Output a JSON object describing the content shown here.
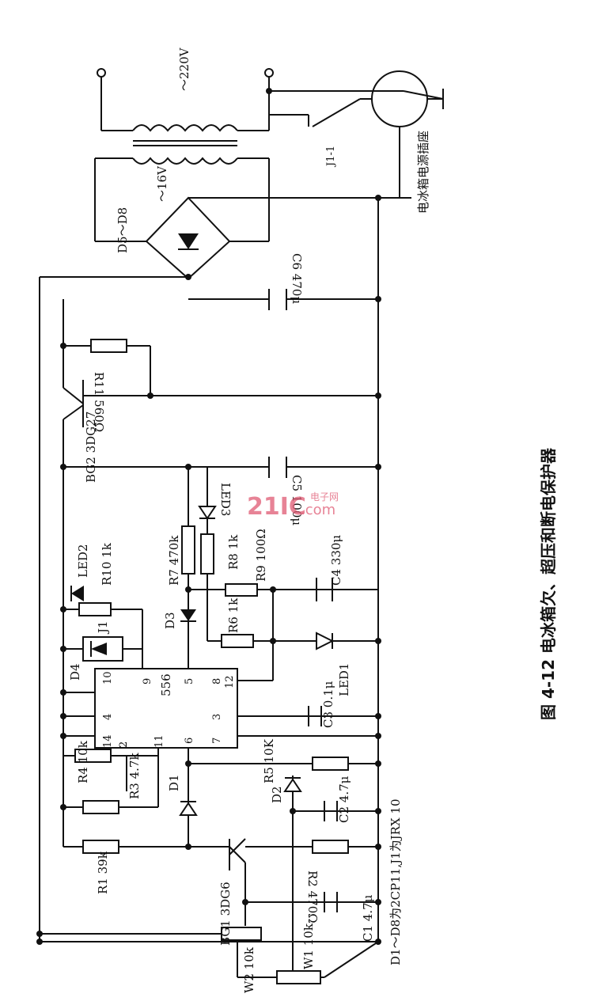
{
  "caption": "图 4-12 电冰箱欠、超压和断电保护器",
  "watermark": {
    "main": "21IC",
    "sub": "电子网",
    "dom": ".com"
  },
  "note": "D1～D8为2CP11,J1为JRX 10",
  "labels": {
    "ac_in": "～220V",
    "ac_out": "～16V",
    "bridge": "D5～D8",
    "relay_contact": "J1-1",
    "socket": "电冰箱电源插座",
    "ic": "556",
    "ic_pins": [
      "10",
      "9",
      "5",
      "8",
      "12",
      "14",
      "4",
      "3",
      "2",
      "11",
      "6",
      "7"
    ],
    "R11": "R11 560Ω",
    "C6": "C6 470μ",
    "BG2": "BG2 3DG27",
    "C5": "C5 100μ",
    "LED3": "LED3",
    "R7": "R7 470k",
    "R8": "R8 1k",
    "R9": "R9 100Ω",
    "C4": "C4 330μ",
    "LED2": "LED2",
    "R10": "R10 1k",
    "J1": "J1",
    "D4": "D4",
    "D3": "D3",
    "R6": "R6 1k",
    "LED1": "LED1",
    "C3": "C3 0.1μ",
    "R4": "R4 10k",
    "R3": "R3 4.7k",
    "R5": "R5 10K",
    "D1": "D1",
    "D2": "D2",
    "C2": "C2 4.7μ",
    "R1": "R1 39k",
    "R2": "R2 470Ω",
    "BG1": "BG1 3DG6",
    "C1": "C1 4.7μ",
    "W2": "W2 10k",
    "W1": "W1 10k"
  }
}
